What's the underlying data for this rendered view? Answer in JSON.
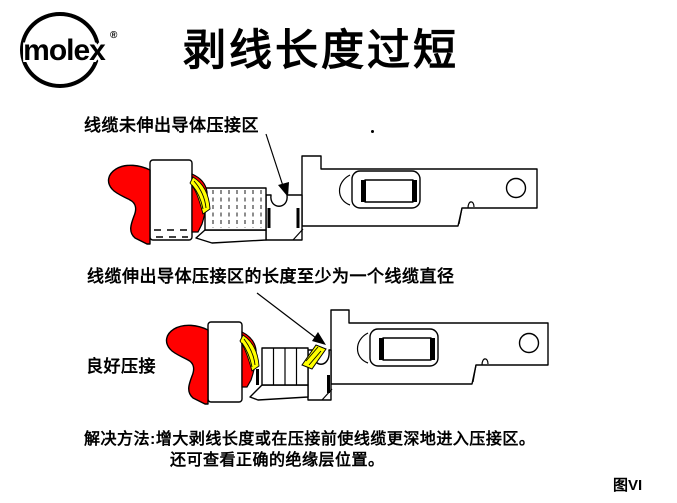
{
  "logo": {
    "text": "molex",
    "mark": "®"
  },
  "title": "剥线长度过短",
  "bad_crimp": {
    "annotation": "线缆未伸出导体压接区"
  },
  "good_crimp": {
    "annotation": "线缆伸出导体压接区的长度至少为一个线缆直径",
    "label": "良好压接"
  },
  "solution": {
    "line1": "解决方法:增大剥线长度或在压接前使线缆更深地进入压接区。",
    "line2": "还可查看正确的绝缘层位置。"
  },
  "figure_label": "图VI",
  "colors": {
    "wire_insulation": "#ff0000",
    "wire_strands": "#ffff00",
    "outline": "#000000",
    "background": "#ffffff"
  }
}
